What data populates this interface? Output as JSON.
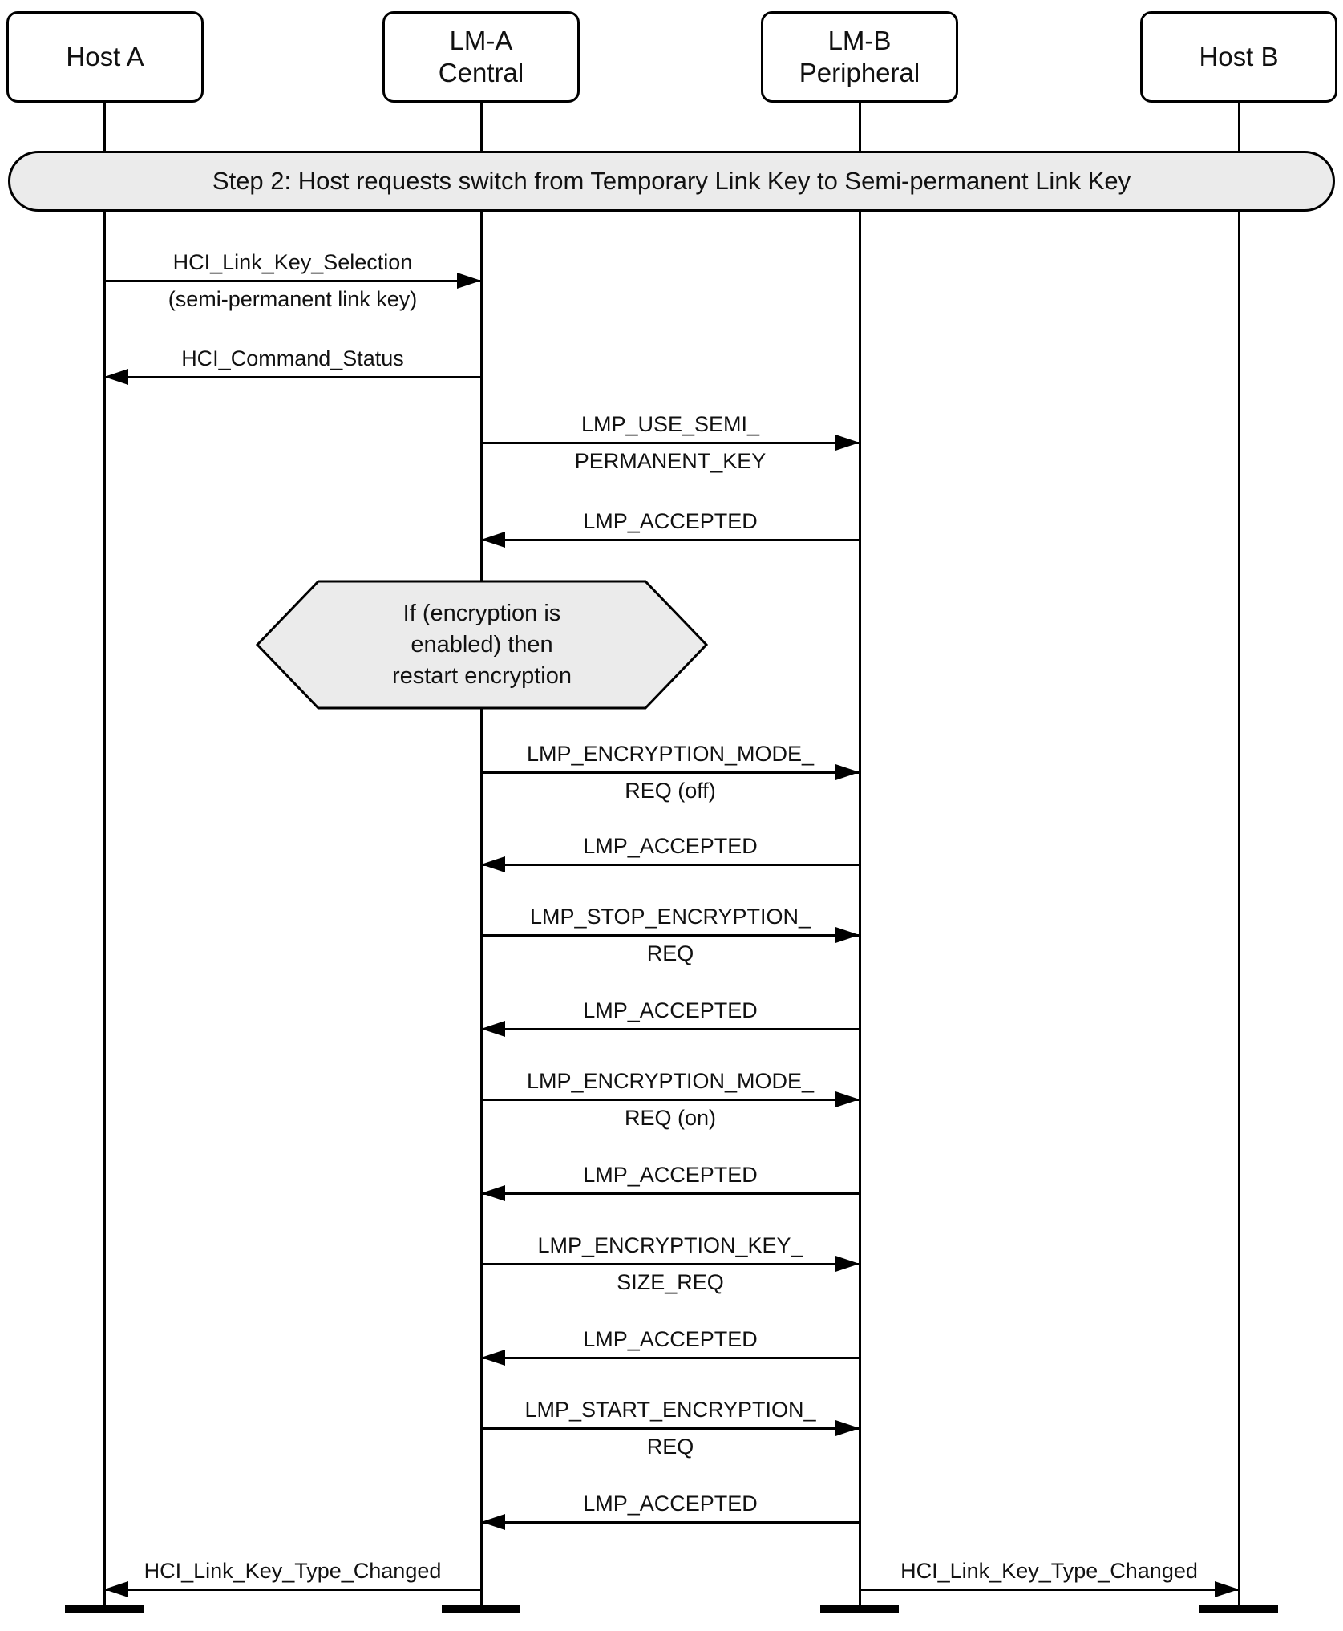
{
  "diagram_title": "Step 2:  Host requests switch from Temporary Link Key to Semi-permanent Link Key",
  "participants": {
    "hostA": {
      "title": "Host A"
    },
    "lmA": {
      "title": "LM-A",
      "subtitle": "Central"
    },
    "lmB": {
      "title": "LM-B",
      "subtitle": "Peripheral"
    },
    "hostB": {
      "title": "Host B"
    }
  },
  "condition": {
    "lines": [
      "If (encryption is",
      "enabled) then",
      "restart encryption"
    ]
  },
  "messages": [
    {
      "from": "hostA",
      "to": "lmA",
      "lines": [
        "HCI_Link_Key_Selection",
        "(semi-permanent link key)"
      ]
    },
    {
      "from": "lmA",
      "to": "hostA",
      "lines": [
        "HCI_Command_Status"
      ]
    },
    {
      "from": "lmA",
      "to": "lmB",
      "lines": [
        "LMP_USE_SEMI_",
        "PERMANENT_KEY"
      ]
    },
    {
      "from": "lmB",
      "to": "lmA",
      "lines": [
        "LMP_ACCEPTED"
      ]
    },
    {
      "from": "lmA",
      "to": "lmB",
      "lines": [
        "LMP_ENCRYPTION_MODE_",
        "REQ (off)"
      ]
    },
    {
      "from": "lmB",
      "to": "lmA",
      "lines": [
        "LMP_ACCEPTED"
      ]
    },
    {
      "from": "lmA",
      "to": "lmB",
      "lines": [
        "LMP_STOP_ENCRYPTION_",
        "REQ"
      ]
    },
    {
      "from": "lmB",
      "to": "lmA",
      "lines": [
        "LMP_ACCEPTED"
      ]
    },
    {
      "from": "lmA",
      "to": "lmB",
      "lines": [
        "LMP_ENCRYPTION_MODE_",
        "REQ (on)"
      ]
    },
    {
      "from": "lmB",
      "to": "lmA",
      "lines": [
        "LMP_ACCEPTED"
      ]
    },
    {
      "from": "lmA",
      "to": "lmB",
      "lines": [
        "LMP_ENCRYPTION_KEY_",
        "SIZE_REQ"
      ]
    },
    {
      "from": "lmB",
      "to": "lmA",
      "lines": [
        "LMP_ACCEPTED"
      ]
    },
    {
      "from": "lmA",
      "to": "lmB",
      "lines": [
        "LMP_START_ENCRYPTION_",
        "REQ"
      ]
    },
    {
      "from": "lmB",
      "to": "lmA",
      "lines": [
        "LMP_ACCEPTED"
      ]
    },
    {
      "from": "lmA",
      "to": "hostA",
      "lines": [
        "HCI_Link_Key_Type_Changed"
      ]
    },
    {
      "from": "lmB",
      "to": "hostB",
      "lines": [
        "HCI_Link_Key_Type_Changed"
      ]
    }
  ],
  "colors": {
    "line": "#000000",
    "fill_light": "#ebebeb",
    "background": "#ffffff"
  }
}
